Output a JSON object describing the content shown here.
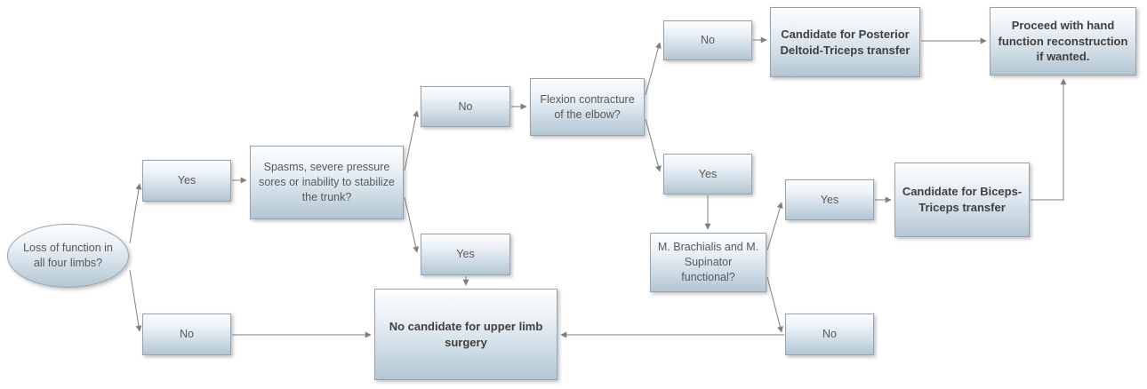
{
  "diagram": {
    "type": "flowchart",
    "nodes": {
      "start": {
        "label": "Loss of function in all four limbs?"
      },
      "yes1": {
        "label": "Yes"
      },
      "no1": {
        "label": "No"
      },
      "spasms": {
        "label": "Spasms, severe pressure sores or inability to stabilize the trunk?"
      },
      "no2": {
        "label": "No"
      },
      "yes2": {
        "label": "Yes"
      },
      "flexion": {
        "label": "Flexion contracture of the elbow?"
      },
      "no3": {
        "label": "No"
      },
      "yes3": {
        "label": "Yes"
      },
      "posterior": {
        "label": "Candidate for Posterior Deltoid-Triceps transfer"
      },
      "proceed": {
        "label": "Proceed with hand function reconstruction if wanted."
      },
      "brachialis": {
        "label": "M. Brachialis and M. Supinator functional?"
      },
      "yes4": {
        "label": "Yes"
      },
      "biceps": {
        "label": "Candidate for Biceps-Triceps transfer"
      },
      "no4": {
        "label": "No"
      },
      "no_candidate": {
        "label": "No candidate for upper limb surgery"
      }
    },
    "colors": {
      "box_gradient_top": "#fdfeff",
      "box_gradient_bottom": "#b2c6d3",
      "border": "#9aa2a9",
      "text": "#595959",
      "outcome_text": "#404040",
      "connector": "#7f7f7f"
    }
  }
}
